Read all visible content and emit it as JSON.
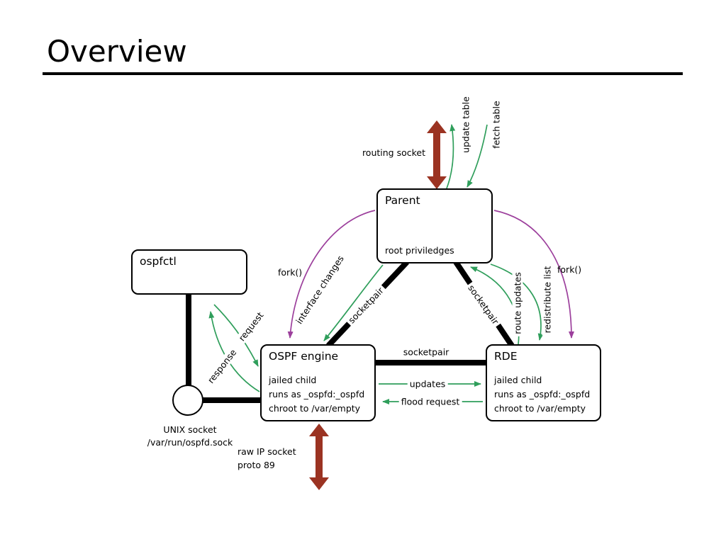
{
  "slide": {
    "title": "Overview"
  },
  "colors": {
    "green": "#2f9e5b",
    "purple": "#9c3f9c",
    "maroon": "#9b3322"
  },
  "nodes": {
    "parent": {
      "title": "Parent",
      "note": "root priviledges"
    },
    "ospfctl": {
      "title": "ospfctl"
    },
    "engine": {
      "title": "OSPF engine",
      "lines": [
        "jailed child",
        "runs as _ospfd:_ospfd",
        "chroot to /var/empty"
      ]
    },
    "rde": {
      "title": "RDE",
      "lines": [
        "jailed child",
        "runs as _ospfd:_ospfd",
        "chroot to /var/empty"
      ]
    }
  },
  "labels": {
    "routing_socket": "routing socket",
    "update_table": "update table",
    "fetch_table": "fetch table",
    "fork_left": "fork()",
    "fork_right": "fork()",
    "interface_changes": "interface changes",
    "socketpair_left": "socketpair",
    "socketpair_mid": "socketpair",
    "socketpair_right": "socketpair",
    "route_updates": "route updates",
    "redistribute_list": "redistribute list",
    "request": "request",
    "response": "response",
    "updates": "updates",
    "flood_request": "flood request",
    "unix_socket_line1": "UNIX socket",
    "unix_socket_line2": "/var/run/ospfd.sock",
    "raw_ip_line1": "raw IP socket",
    "raw_ip_line2": "proto 89"
  }
}
